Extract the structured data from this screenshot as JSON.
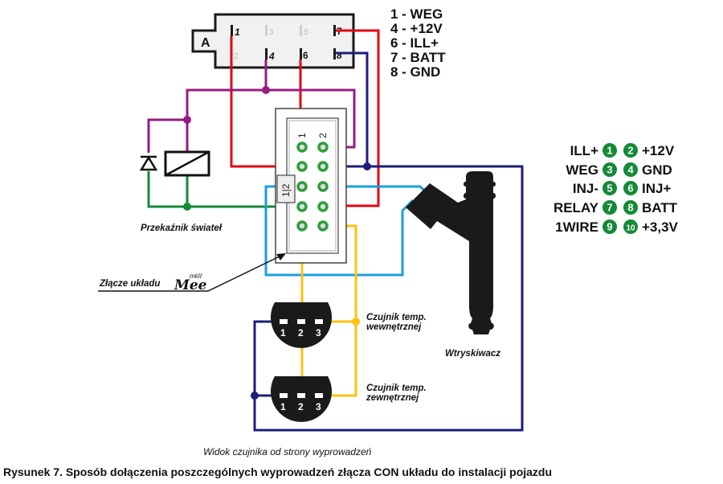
{
  "colors": {
    "red": "#e30613",
    "purple": "#951b81",
    "navy": "#1d1d7a",
    "green": "#138a36",
    "lightblue": "#1a9ee0",
    "yellow": "#ffc20e",
    "pad_green": "#2e9e3a",
    "black": "#1a1a1a"
  },
  "connector_a": {
    "label": "A",
    "pins": [
      "1",
      "2",
      "3",
      "4",
      "5",
      "6",
      "7",
      "8"
    ]
  },
  "connector_a_legend": [
    "1 - WEG",
    "4 - +12V",
    "6 - ILL+",
    "7 - BATT",
    "8 - GND"
  ],
  "con_connector": {
    "col_labels": [
      "1",
      "2"
    ],
    "key_label": "1|2"
  },
  "pin_legend": [
    {
      "left": "ILL+",
      "l_num": "1",
      "r_num": "2",
      "right": "+12V"
    },
    {
      "left": "WEG",
      "l_num": "3",
      "r_num": "4",
      "right": "GND"
    },
    {
      "left": "INJ-",
      "l_num": "5",
      "r_num": "6",
      "right": "INJ+"
    },
    {
      "left": "RELAY",
      "l_num": "7",
      "r_num": "8",
      "right": "BATT"
    },
    {
      "left": "1WIRE",
      "l_num": "9",
      "r_num": "10",
      "right": "+3,3V"
    }
  ],
  "labels": {
    "relay": "Przekaźnik świateł",
    "connector": "Złącze układu",
    "logo_main": "Mee",
    "logo_sup": "mkII",
    "sensor_internal_1": "Czujnik temp.",
    "sensor_internal_2": "wewnętrznej",
    "sensor_external_1": "Czujnik temp.",
    "sensor_external_2": "zewnętrznej",
    "injector": "Wtryskiwacz",
    "sensor_view": "Widok czujnika od strony wyprowadzeń",
    "figure_caption": "Rysunek 7. Sposób dołączenia poszczególnych wyprowadzeń złącza CON układu do instalacji pojazdu"
  },
  "sensor_pins": [
    "1",
    "2",
    "3"
  ]
}
